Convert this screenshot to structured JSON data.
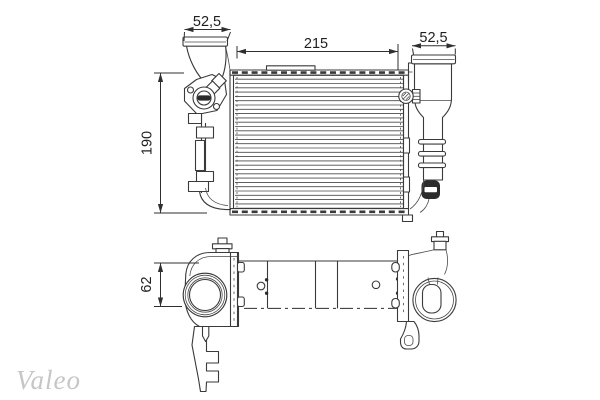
{
  "drawing": {
    "type": "intercooler-technical-drawing",
    "views": {
      "front_view": "front elevation with finned core, left mounting boss, inlet and outlet pipes",
      "plan_view": "top view with two round hose ports, mounting legs and fixing holes"
    }
  },
  "dimensions": {
    "inlet_width": "52,5",
    "core_width": "215",
    "outlet_width": "52,5",
    "overall_height": "190",
    "depth": "62"
  },
  "brand": {
    "logo_text": "Valeo"
  },
  "colors": {
    "line": "#3a3a3a",
    "background": "#ffffff",
    "brand_gray": "#c6c6c6"
  }
}
